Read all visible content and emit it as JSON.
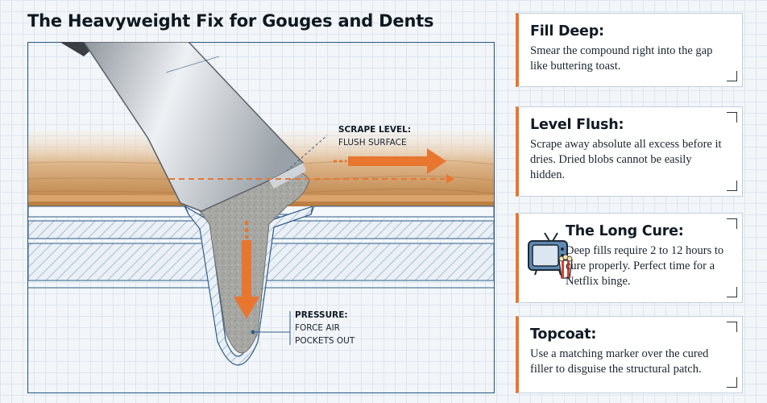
{
  "title": "The Heavyweight Fix for Gouges and Dents",
  "callouts": {
    "scrape_title": "SCRAPE LEVEL:",
    "scrape_text": "FLUSH SURFACE",
    "pressure_title": "PRESSURE:",
    "pressure_line1": "FORCE AIR",
    "pressure_line2": "POCKETS OUT"
  },
  "cards": [
    {
      "title": "Fill Deep:",
      "text": "Smear the compound right into the gap like buttering toast."
    },
    {
      "title": "Level Flush:",
      "text": "Scrape away absolute all excess before it dries. Dried blobs cannot be easily hidden."
    },
    {
      "title": "The Long Cure:",
      "text": "Deep fills require 2 to 12 hours to cure properly. Perfect time for a Netflix binge."
    },
    {
      "title": "Topcoat:",
      "text": "Use a matching marker over the cured filler to disguise the structural patch."
    }
  ],
  "colors": {
    "accent": "#e8762f",
    "blueprint_line": "#2e5d8a",
    "wood": "#c58a4a",
    "filler": "#a6a6a3"
  },
  "icons": [
    "putty-knife-icon",
    "retro-tv-icon",
    "popcorn-icon",
    "arrow-down-icon",
    "arrow-right-icon"
  ]
}
